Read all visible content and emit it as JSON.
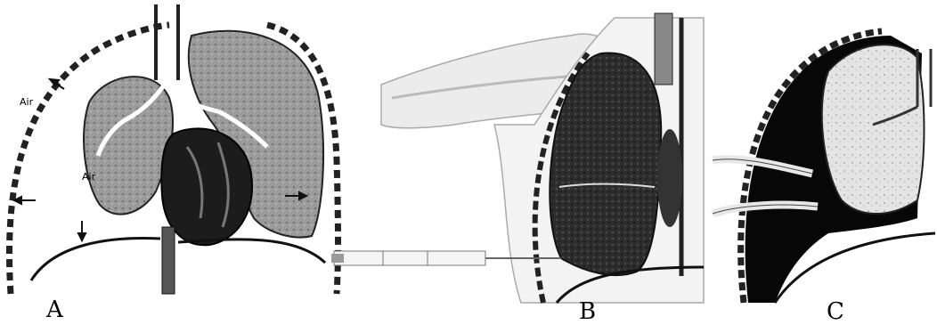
{
  "panels": [
    {
      "id": "A",
      "letter": "A",
      "labels": [
        "Air",
        "Air"
      ]
    },
    {
      "id": "B",
      "letter": "B"
    },
    {
      "id": "C",
      "letter": "C"
    }
  ]
}
